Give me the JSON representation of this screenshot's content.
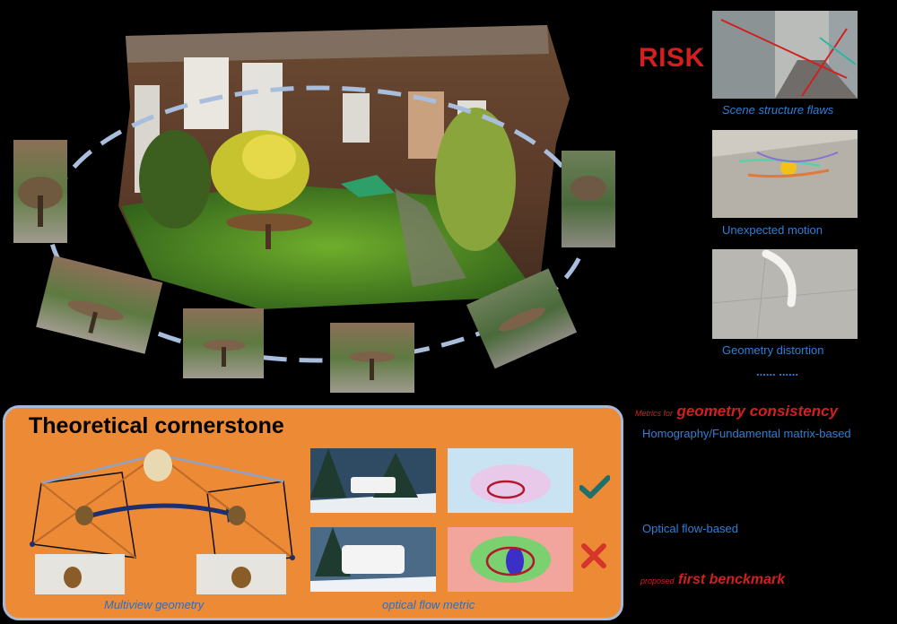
{
  "risk": {
    "title": "RISK"
  },
  "risk_items": [
    {
      "caption": "Scene structure flaws"
    },
    {
      "caption": "Unexpected motion"
    },
    {
      "caption": "Geometry distortion"
    }
  ],
  "ellipsis": "...... ......",
  "metrics": {
    "prefix": "Metrics for",
    "emphasis": "geometry consistency",
    "homography": "Homography/Fundamental matrix-based",
    "optical_flow": "Optical flow-based",
    "proposed_prefix": "proposed",
    "proposed_emphasis": "first benckmark"
  },
  "panel": {
    "title": "Theoretical cornerstone",
    "multiview_caption": "Multiview geometry",
    "flow_caption": "optical flow metric"
  },
  "colors": {
    "risk_red": "#d31f1f",
    "caption_blue": "#2f7fd6",
    "panel_orange": "#ec8a36",
    "check_teal": "#1f6f6a",
    "cross_red": "#d6352b",
    "arc_navy": "#1d2f6e"
  },
  "icons": [
    "check-icon",
    "cross-icon"
  ]
}
